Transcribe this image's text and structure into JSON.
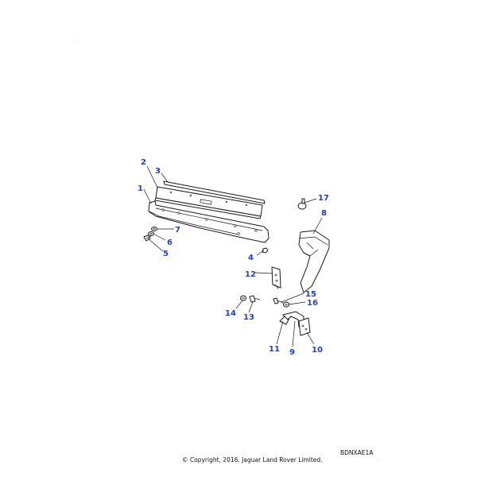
{
  "diagram": {
    "ref_code": "BDNXAE1A",
    "copyright": "© Copyright, 2016. Jaguar Land Rover Limited.",
    "callouts": [
      "1",
      "2",
      "3",
      "4",
      "5",
      "6",
      "7",
      "8",
      "9",
      "10",
      "11",
      "12",
      "13",
      "14",
      "15",
      "16",
      "17"
    ]
  },
  "colors": {
    "callout": "#1f3fd6",
    "line": "#1a1a1a",
    "background": "#ffffff"
  }
}
